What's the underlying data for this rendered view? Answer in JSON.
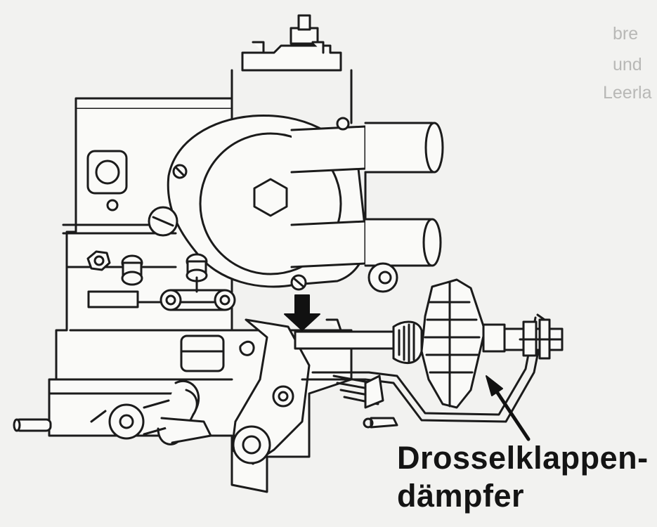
{
  "figure": {
    "callout_label_line1": "Drosselklappen-",
    "callout_label_line2": "dämpfer",
    "bleed_through_text": [
      "bre",
      "und",
      "Leerla"
    ]
  }
}
